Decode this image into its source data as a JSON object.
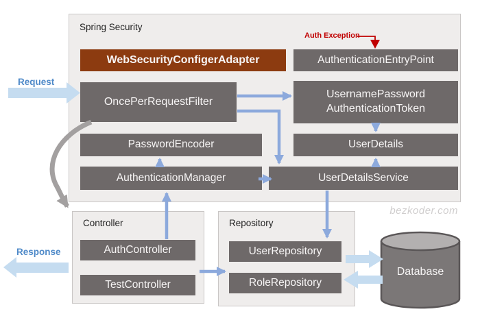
{
  "watermark": "bezkoder.com",
  "flow_labels": {
    "request": "Request",
    "response": "Response",
    "auth_exception": "Auth Exception"
  },
  "containers": {
    "spring_security": "Spring Security",
    "controller": "Controller",
    "repository": "Repository"
  },
  "nodes": {
    "web_security_configer_adapter": "WebSecurityConfigerAdapter",
    "authentication_entry_point": "AuthenticationEntryPoint",
    "once_per_request_filter": "OncePerRequestFilter",
    "username_password_line1": "UsernamePassword",
    "username_password_line2": "AuthenticationToken",
    "password_encoder": "PasswordEncoder",
    "user_details": "UserDetails",
    "authentication_manager": "AuthenticationManager",
    "user_details_service": "UserDetailsService",
    "auth_controller": "AuthController",
    "test_controller": "TestController",
    "user_repository": "UserRepository",
    "role_repository": "RoleRepository",
    "database": "Database"
  },
  "connections": [
    {
      "from": "Request",
      "to": "OncePerRequestFilter",
      "style": "light-blue-block-arrow"
    },
    {
      "from": "OncePerRequestFilter",
      "to": "UsernamePasswordAuthenticationToken",
      "style": "blue"
    },
    {
      "from": "OncePerRequestFilter",
      "to": "UserDetailsService",
      "style": "blue-elbow"
    },
    {
      "from": "UsernamePasswordAuthenticationToken",
      "to": "UserDetails",
      "style": "blue"
    },
    {
      "from": "UserDetailsService",
      "to": "UserDetails",
      "style": "blue"
    },
    {
      "from": "AuthenticationManager",
      "to": "PasswordEncoder",
      "style": "blue"
    },
    {
      "from": "AuthenticationManager",
      "to": "UserDetailsService",
      "style": "blue"
    },
    {
      "from": "AuthController",
      "to": "AuthenticationManager",
      "style": "blue"
    },
    {
      "from": "UserDetailsService",
      "to": "UserRepository",
      "style": "blue"
    },
    {
      "from": "Controller",
      "to": "Repository",
      "style": "blue"
    },
    {
      "from": "OncePerRequestFilter",
      "to": "Controller",
      "style": "gray-curved"
    },
    {
      "from": "Controller",
      "to": "Response",
      "style": "light-blue-block-arrow"
    },
    {
      "from": "Repository",
      "to": "Database",
      "style": "light-blue-block-arrow"
    },
    {
      "from": "Database",
      "to": "Repository",
      "style": "light-blue-block-arrow"
    },
    {
      "from": "Auth Exception",
      "to": "AuthenticationEntryPoint",
      "style": "red"
    }
  ],
  "colors": {
    "node_fill": "#6e6969",
    "adapter_fill": "#8c3b10",
    "container_fill": "#efedec",
    "arrow_blue": "#8ca9dc",
    "arrow_light_blue": "#c5dcf0",
    "flow_label_blue": "#4e89c8",
    "exception_red": "#c00000",
    "watermark_gray": "#d0cece",
    "database_fill": "#7b7777",
    "database_top_fill": "#b3b0b0"
  }
}
